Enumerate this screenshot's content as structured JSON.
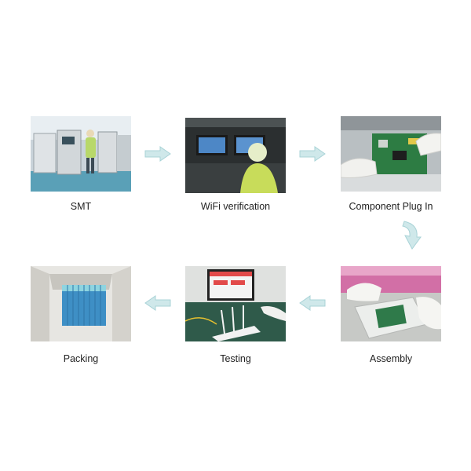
{
  "steps": [
    {
      "id": "smt",
      "label": "SMT",
      "icon": "smt-factory-photo"
    },
    {
      "id": "wifi",
      "label": "WiFi verification",
      "icon": "wifi-verification-photo"
    },
    {
      "id": "plugin",
      "label": "Component Plug In",
      "icon": "component-plug-in-photo"
    },
    {
      "id": "assembly",
      "label": "Assembly",
      "icon": "assembly-photo"
    },
    {
      "id": "testing",
      "label": "Testing",
      "icon": "testing-photo"
    },
    {
      "id": "packing",
      "label": "Packing",
      "icon": "packing-photo"
    }
  ],
  "colors": {
    "arrow_fill": "#cfe8ea",
    "arrow_stroke": "#a9d3d7",
    "caption": "#222222"
  }
}
